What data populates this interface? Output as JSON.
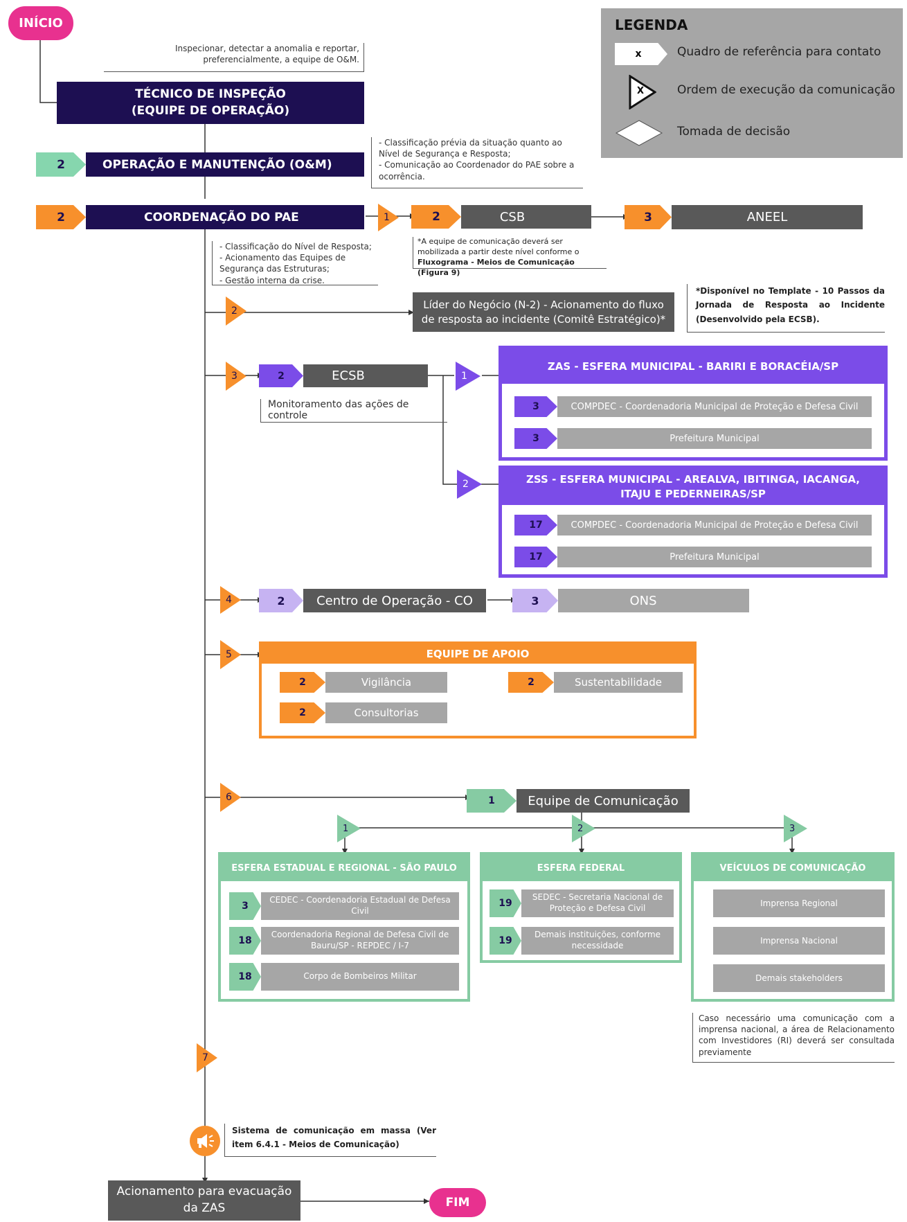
{
  "start_label": "INÍCIO",
  "end_label": "FIM",
  "legend": {
    "title": "LEGENDA",
    "contact_symbol": "x",
    "contact_text": "Quadro de referência para contato",
    "order_symbol": "X",
    "order_text": "Ordem de execução da comunicação",
    "decision_text": "Tomada de decisão"
  },
  "note_inspection": "Inspecionar, detectar a anomalia e reportar, preferencialmente, a equipe de O&M.",
  "tecnico": "TÉCNICO DE INSPEÇÃO (EQUIPE DE OPERAÇÃO)",
  "om": {
    "num": "2",
    "label": "OPERAÇÃO E MANUTENÇÃO (O&M)"
  },
  "note_om": "- Classificação prévia da situação quanto ao Nível de Segurança e Resposta;\n- Comunicação ao Coordenador do PAE sobre a ocorrência.",
  "coord": {
    "num": "2",
    "label": "COORDENAÇÃO DO PAE"
  },
  "note_coord": "- Classificação do Nível de Resposta;\n- Acionamento das Equipes de Segurança das Estruturas;\n- Gestão interna da crise.",
  "csb": {
    "order": "1",
    "num": "2",
    "label": "CSB"
  },
  "aneel": {
    "num": "3",
    "label": "ANEEL"
  },
  "note_csb_1": "*A equipe de comunicação deverá ser mobilizada a partir deste nível conforme o",
  "note_csb_2": "Fluxograma - Meios de Comunicação (Figura 9)",
  "lider": {
    "order": "2",
    "label": "Líder do Negócio (N-2) - Acionamento do fluxo de resposta ao incidente (Comitê Estratégico)*"
  },
  "note_lider": "*Disponível no Template - 10 Passos da Jornada de Resposta ao Incidente (Desenvolvido pela ECSB).",
  "ecsb": {
    "order": "3",
    "num": "2",
    "label": "ECSB",
    "note": "Monitoramento das ações de controle"
  },
  "zas": {
    "order": "1",
    "title": "ZAS - ESFERA MUNICIPAL - BARIRI E BORACÉIA/SP",
    "items": [
      {
        "num": "3",
        "label": "COMPDEC - Coordenadoria Municipal de Proteção e Defesa Civil"
      },
      {
        "num": "3",
        "label": "Prefeitura Municipal"
      }
    ]
  },
  "zss": {
    "order": "2",
    "title": "ZSS - ESFERA MUNICIPAL - AREALVA, IBITINGA, IACANGA, ITAJU E PEDERNEIRAS/SP",
    "items": [
      {
        "num": "17",
        "label": "COMPDEC - Coordenadoria Municipal de Proteção e Defesa Civil"
      },
      {
        "num": "17",
        "label": "Prefeitura Municipal"
      }
    ]
  },
  "co": {
    "order": "4",
    "num": "2",
    "label": "Centro de Operação - CO"
  },
  "ons": {
    "num": "3",
    "label": "ONS"
  },
  "apoio": {
    "order": "5",
    "title": "EQUIPE DE APOIO",
    "items": [
      {
        "num": "2",
        "label": "Vigilância"
      },
      {
        "num": "2",
        "label": "Sustentabilidade"
      },
      {
        "num": "2",
        "label": "Consultorias"
      }
    ]
  },
  "comunicacao": {
    "order": "6",
    "num": "1",
    "label": "Equipe de Comunicação"
  },
  "estadual": {
    "order": "1",
    "title": "ESFERA ESTADUAL E REGIONAL - SÃO PAULO",
    "items": [
      {
        "num": "3",
        "label": "CEDEC - Coordenadoria Estadual de Defesa Civil"
      },
      {
        "num": "18",
        "label": "Coordenadoria Regional de Defesa Civil de Bauru/SP - REPDEC / I-7"
      },
      {
        "num": "18",
        "label": "Corpo de Bombeiros Militar"
      }
    ]
  },
  "federal": {
    "order": "2",
    "title": "ESFERA FEDERAL",
    "items": [
      {
        "num": "19",
        "label": "SEDEC - Secretaria Nacional de Proteção e Defesa Civil"
      },
      {
        "num": "19",
        "label": "Demais instituições, conforme necessidade"
      }
    ]
  },
  "veiculos": {
    "order": "3",
    "title": "VEÍCULOS DE COMUNICAÇÃO",
    "items": [
      {
        "label": "Imprensa Regional"
      },
      {
        "label": "Imprensa Nacional"
      },
      {
        "label": "Demais stakeholders"
      }
    ]
  },
  "note_veiculos": "Caso necessário uma comunicação com a imprensa nacional, a área de Relacionamento com Investidores (RI) deverá ser consultada previamente",
  "step7": "7",
  "note_massa": "Sistema de comunicação em massa (Ver item 6.4.1 - Meios de Comunicação)",
  "evacuacao": "Acionamento para evacuação da ZAS",
  "colors": {
    "pink": "#e8318f",
    "navy": "#1d0f52",
    "orange": "#f7902c",
    "purple": "#7b4ce8",
    "lavender": "#c6b3f2",
    "green": "#86cba3",
    "gray": "#595959",
    "lightgray": "#a6a6a6"
  }
}
